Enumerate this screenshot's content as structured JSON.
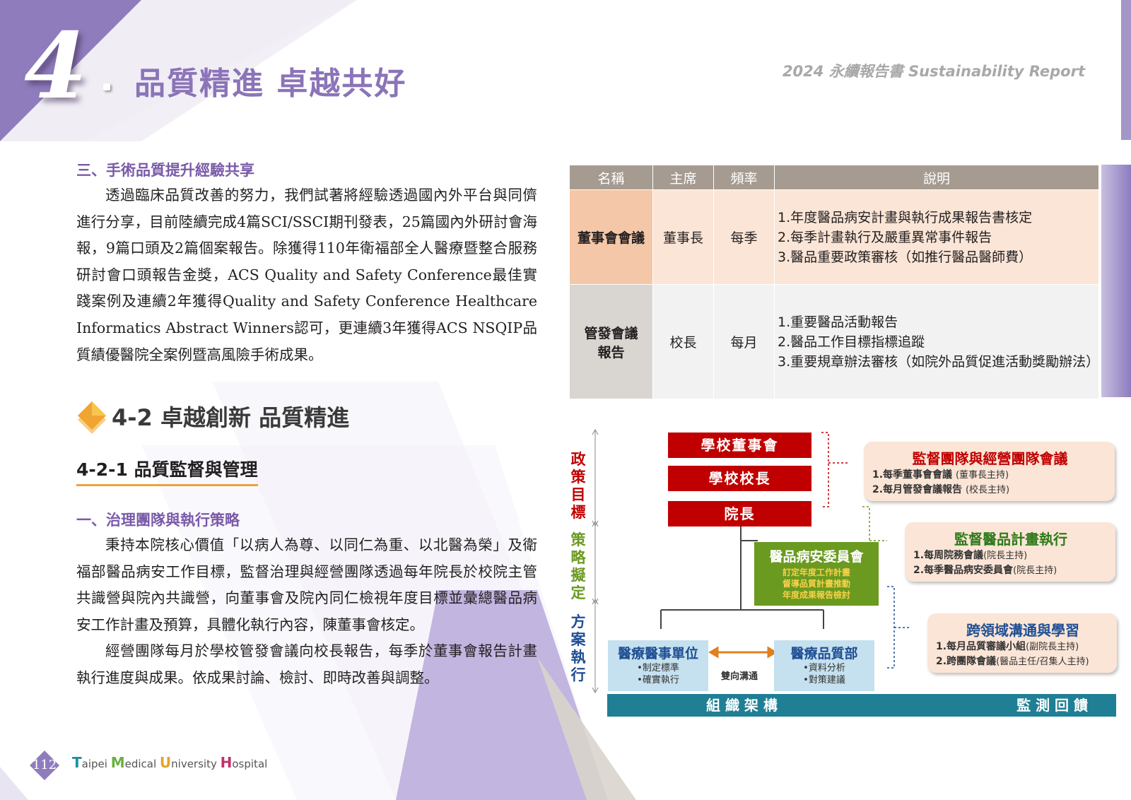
{
  "header": {
    "chapter_number": "4",
    "chapter_title": "品質精進 卓越共好",
    "report_title": "2024 永續報告書 Sustainability Report"
  },
  "section_three": {
    "heading": "三、手術品質提升經驗共享",
    "paragraph": "透過臨床品質改善的努力，我們試著將經驗透過國內外平台與同儕進行分享，目前陸續完成4篇SCI/SSCI期刊發表，25篇國內外研討會海報，9篇口頭及2篇個案報告。除獲得110年衛福部全人醫療暨整合服務研討會口頭報告金獎，ACS Quality and Safety Conference最佳實踐案例及連續2年獲得Quality and Safety Conference Healthcare Informatics Abstract Winners認可，更連續3年獲得ACS NSQIP品質績優醫院全案例暨高風險手術成果。"
  },
  "section_4_2": {
    "title": "4-2 卓越創新 品質精進",
    "subsection_title": "4-2-1 品質監督與管理",
    "subheading": "一、治理團隊與執行策略",
    "paragraph_1": "秉持本院核心價值「以病人為尊、以同仁為重、以北醫為榮」及衛福部醫品病安工作目標，監督治理與經營團隊透過每年院長於校院主管共識營與院內共識營，向董事會及院內同仁檢視年度目標並彙總醫品病安工作計畫及預算，具體化執行內容，陳董事會核定。",
    "paragraph_2": "經營團隊每月於學校管發會議向校長報告，每季於董事會報告計畫執行進度與成果。依成果討論、檢討、即時改善與調整。"
  },
  "table": {
    "headers": [
      "名稱",
      "主席",
      "頻率",
      "說明"
    ],
    "rows": [
      {
        "name": "董事會會議",
        "chair": "董事長",
        "frequency": "每季",
        "desc": [
          "1.年度醫品病安計畫與執行成果報告書核定",
          "2.每季計畫執行及嚴重異常事件報告",
          "3.醫品重要政策審核（如推行醫品醫師費）"
        ]
      },
      {
        "name_line1": "管發會議",
        "name_line2": "報告",
        "chair": "校長",
        "frequency": "每月",
        "desc": [
          "1.重要醫品活動報告",
          "2.醫品工作目標指標追蹤",
          "3.重要規章辦法審核（如院外品質促進活動獎勵辦法）"
        ]
      }
    ]
  },
  "org_chart": {
    "side_labels": {
      "policy": "政策目標",
      "strategy": "策略擬定",
      "execution": "方案執行"
    },
    "boxes": {
      "board": "學校董事會",
      "president": "學校校長",
      "superintendent": "院長",
      "committee_title": "醫品病安委員會",
      "committee_items": [
        "訂定年度工作計畫",
        "督導品質計畫推動",
        "年度成果報告檢討"
      ],
      "medical_unit_title": "醫療醫事單位",
      "medical_unit_items": [
        "•制定標準",
        "•確實執行"
      ],
      "quality_dept_title": "醫療品質部",
      "quality_dept_items": [
        "•資料分析",
        "•對策建議"
      ],
      "two_way": "雙向溝通"
    },
    "notes": [
      {
        "title": "監督團隊與經營團隊會議",
        "lines": [
          {
            "main": "1.每季董事會會議 ",
            "sub": "(董事長主持)"
          },
          {
            "main": "2.每月管發會議報告 ",
            "sub": "(校長主持)"
          }
        ]
      },
      {
        "title": "監督醫品計畫執行",
        "lines": [
          {
            "main": "1.每周院務會議",
            "sub": "(院長主持)"
          },
          {
            "main": "2.每季醫品病安委員會",
            "sub": "(院長主持)"
          }
        ]
      },
      {
        "title": "跨領域溝通與學習",
        "lines": [
          {
            "main": "1.每月品質審議小組",
            "sub": "(副院長主持)"
          },
          {
            "main": "2.跨團隊會議",
            "sub": "(醫品主任/召集人主持)"
          }
        ]
      }
    ],
    "bottom_bar": {
      "left": "組 織 架 構",
      "right": "監 測 回 饋"
    },
    "colors": {
      "red": "#c00000",
      "green": "#6a9a1f",
      "light_blue": "#c5e0ee",
      "teal": "#1f7f94"
    }
  },
  "footer": {
    "page_number": "112",
    "brand": [
      "T",
      "aipei ",
      "M",
      "edical ",
      "U",
      "niversity ",
      "H",
      "ospital"
    ]
  }
}
